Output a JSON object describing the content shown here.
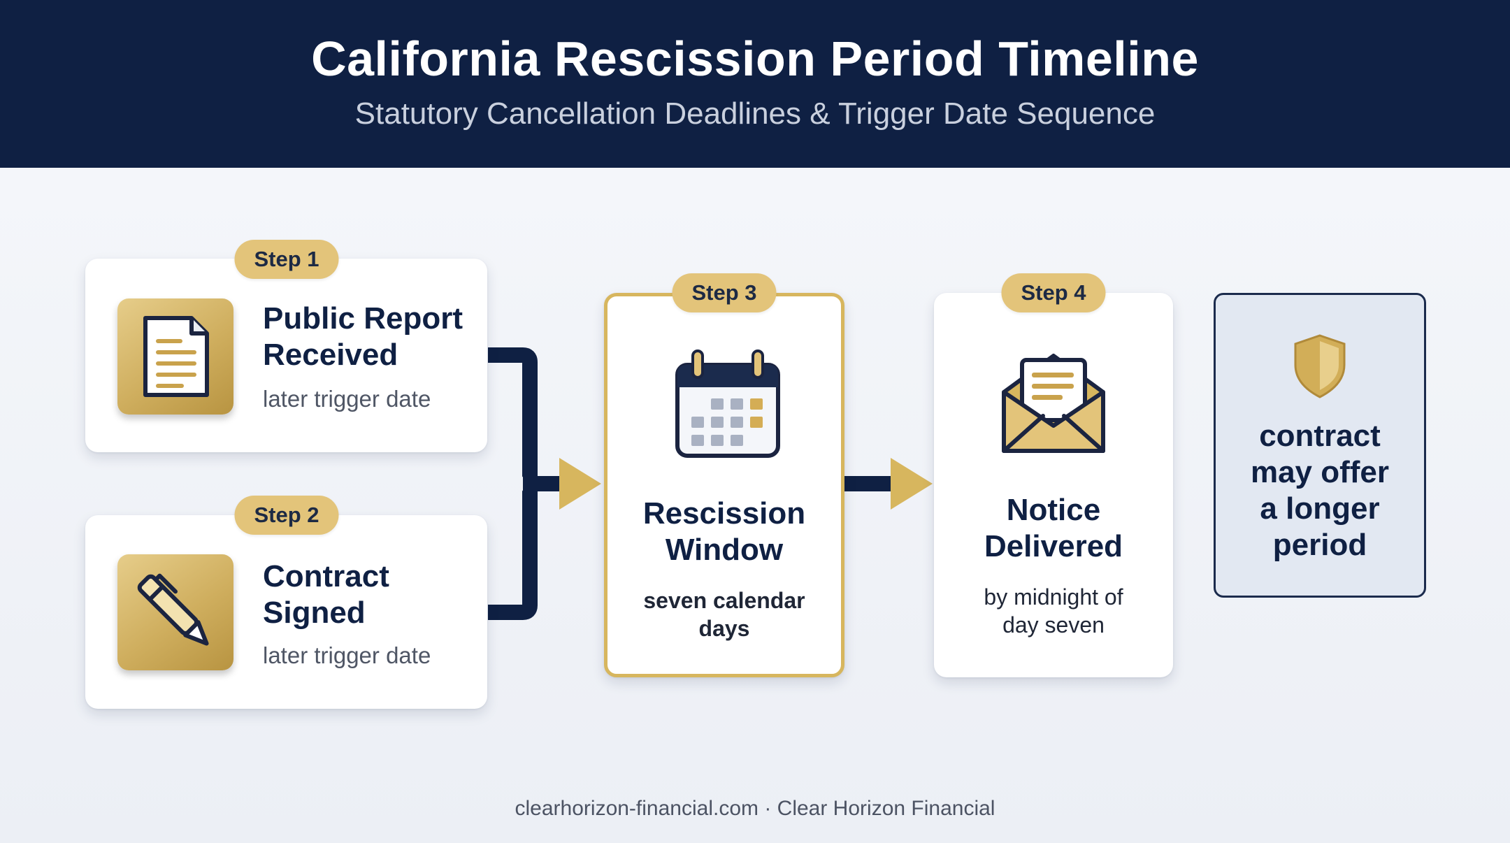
{
  "header": {
    "title": "California Rescission Period Timeline",
    "subtitle": "Statutory Cancellation Deadlines & Trigger Date Sequence"
  },
  "steps": [
    {
      "badge": "Step 1",
      "title_line1": "Public Report",
      "title_line2": "Received",
      "subtitle": "later trigger date",
      "icon": "document-icon"
    },
    {
      "badge": "Step 2",
      "title_line1": "Contract",
      "title_line2": "Signed",
      "subtitle": "later trigger date",
      "icon": "pen-icon"
    },
    {
      "badge": "Step 3",
      "title_line1": "Rescission",
      "title_line2": "Window",
      "subtitle_line1": "seven calendar",
      "subtitle_line2": "days",
      "icon": "calendar-icon"
    },
    {
      "badge": "Step 4",
      "title_line1": "Notice",
      "title_line2": "Delivered",
      "subtitle_line1": "by midnight of",
      "subtitle_line2": "day seven",
      "icon": "envelope-icon"
    }
  ],
  "note": {
    "line1": "contract",
    "line2": "may offer",
    "line3": "a longer",
    "line4": "period",
    "icon": "shield-icon"
  },
  "footer": {
    "text": "clearhorizon-financial.com · Clear Horizon Financial"
  },
  "colors": {
    "navy": "#0f2043",
    "gold": "#d7b65e",
    "background": "#eef1f6"
  }
}
